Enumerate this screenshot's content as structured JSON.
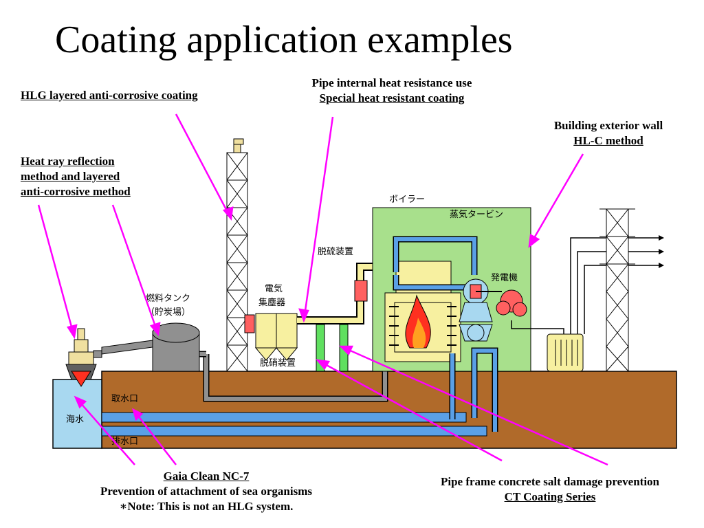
{
  "title": "Coating application examples",
  "callouts": {
    "hlg": "HLG layered anti-corrosive coating",
    "pipe_line1": "Pipe internal heat resistance use",
    "pipe_line2": "Special heat resistant coating",
    "building_line1": "Building exterior wall",
    "building_line2": "HL-C method",
    "heatray_line1": "Heat ray reflection",
    "heatray_line2": "method and layered",
    "heatray_line3": "anti-corrosive method",
    "gaia_line1": "Gaia Clean NC-7",
    "gaia_line2": "Prevention of attachment of sea organisms",
    "gaia_line3": "∗Note: This is not an HLG system.",
    "pipeframe_line1": "Pipe frame concrete salt damage prevention",
    "pipeframe_line2": "CT Coating Series"
  },
  "diagram_labels": {
    "boiler": "ボイラー",
    "steam_turbine": "蒸気タービン",
    "desulfurizer": "脱硫装置",
    "precipitator_line1": "電気",
    "precipitator_line2": "集塵器",
    "denitrator": "脱硝装置",
    "fuel_tank_line1": "燃料タンク",
    "fuel_tank_line2": "（貯炭場）",
    "generator": "発電機",
    "intake": "取水口",
    "outlet": "排水口",
    "seawater": "海水"
  },
  "colors": {
    "ground": "#b06a2a",
    "sea": "#a8d8f0",
    "boiler_building": "#a8e08c",
    "pipe_blue": "#5aa0e6",
    "pipe_yellow": "#f7f0a0",
    "callout_line": "#ff00ff",
    "flame_red": "#ff3020",
    "flame_orange": "#ffa020"
  }
}
